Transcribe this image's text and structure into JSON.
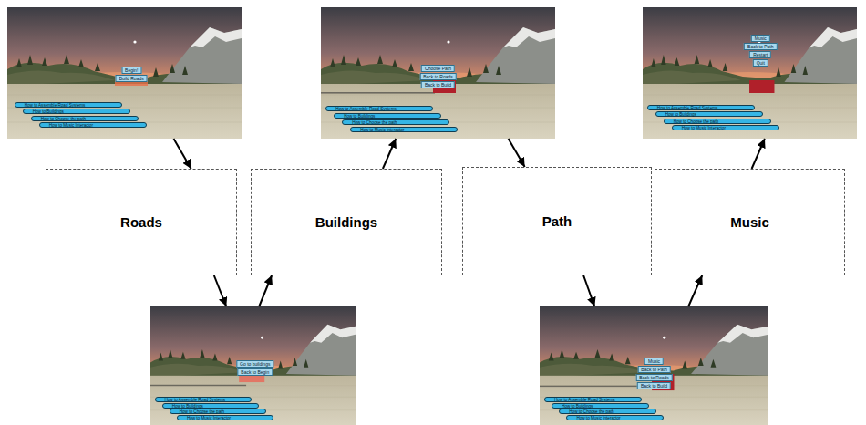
{
  "diagram": {
    "nodes": [
      {
        "text": [
          "Begin!",
          "Build Roads",
          "How to Assemble Road Systems",
          "How to Buildings",
          "How to Choose the path",
          "How to Music Interactor"
        ]
      },
      {
        "text": [
          "Choose Path",
          "Back to Roads",
          "Back to Build",
          "How to Assemble Road Systems",
          "How to Buildings",
          "How to Choose the path",
          "How to Music Interactor"
        ]
      },
      {
        "text": [
          "Music",
          "Back to Path",
          "Restart",
          "Quit",
          "How to Assemble Road Systems",
          "How to Buildings",
          "How to Choose the path",
          "How to Music Interactor"
        ]
      },
      {
        "text": [
          "Roads"
        ]
      },
      {
        "text": [
          "Buildings"
        ]
      },
      {
        "text": [
          "Path"
        ]
      },
      {
        "text": [
          "Music"
        ]
      },
      {
        "text": [
          "Go to buildings",
          "Back to Begin",
          "How to Assemble Road Systems",
          "How to Buildings",
          "How to Choose the path",
          "How to Music Interactor"
        ]
      },
      {
        "text": [
          "Music",
          "Back to Path",
          "Back to Roads",
          "Back to Build",
          "How to Assemble Road Systems",
          "How to Buildings",
          "How to Choose the path",
          "How to Music Interactor"
        ]
      }
    ],
    "edges": [
      {
        "from": 0,
        "to": 3,
        "arrow": "to"
      },
      {
        "from": 3,
        "to": 7,
        "arrow": "to"
      },
      {
        "from": 7,
        "to": 4,
        "arrow": "to"
      },
      {
        "from": 4,
        "to": 1,
        "arrow": "to"
      },
      {
        "from": 1,
        "to": 5,
        "arrow": "to"
      },
      {
        "from": 5,
        "to": 8,
        "arrow": "to"
      },
      {
        "from": 8,
        "to": 6,
        "arrow": "to"
      },
      {
        "from": 6,
        "to": 2,
        "arrow": "to"
      }
    ]
  }
}
